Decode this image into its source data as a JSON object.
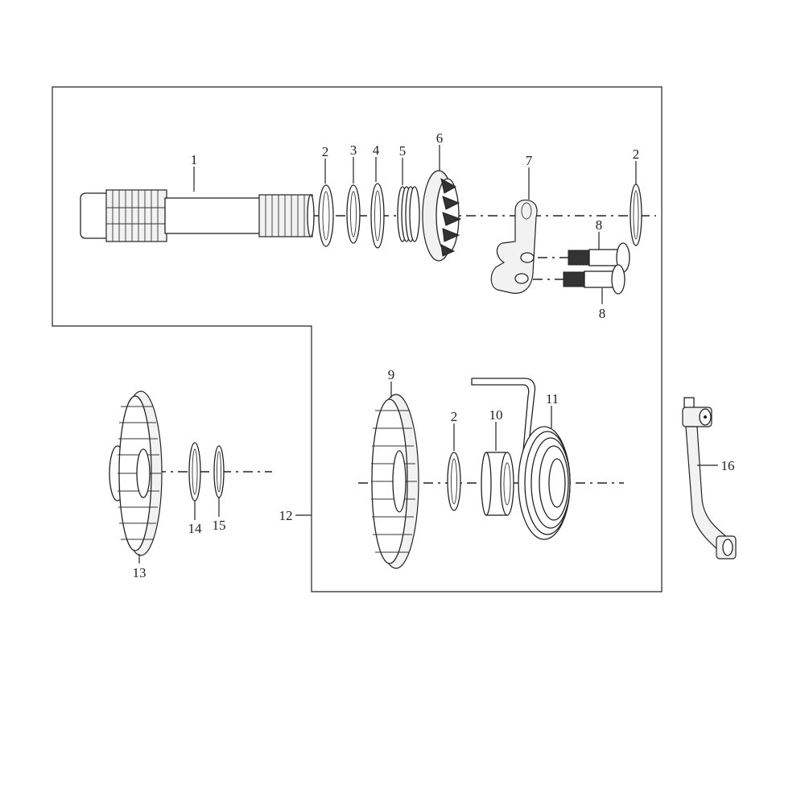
{
  "diagram": {
    "callouts": {
      "p1": "1",
      "p2a": "2",
      "p3": "3",
      "p4": "4",
      "p5": "5",
      "p6": "6",
      "p7": "7",
      "p2b": "2",
      "p8a": "8",
      "p8b": "8",
      "p9": "9",
      "p2c": "2",
      "p10": "10",
      "p11": "11",
      "p12": "12",
      "p13": "13",
      "p14": "14",
      "p15": "15",
      "p16": "16"
    }
  }
}
